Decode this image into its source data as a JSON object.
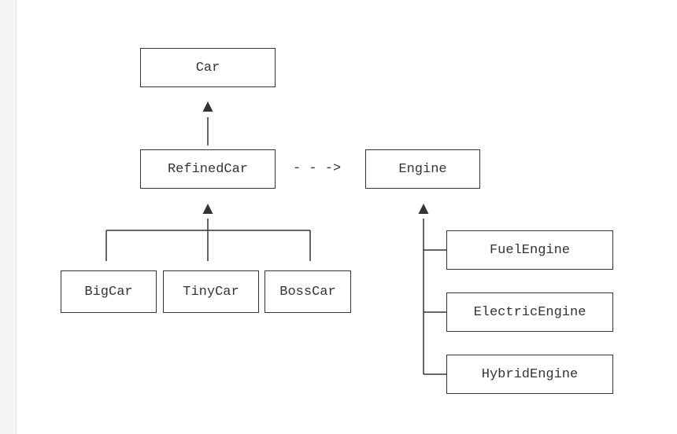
{
  "diagram": {
    "classes": {
      "car": "Car",
      "refined_car": "RefinedCar",
      "engine": "Engine",
      "big_car": "BigCar",
      "tiny_car": "TinyCar",
      "boss_car": "BossCar",
      "fuel_engine": "FuelEngine",
      "electric_engine": "ElectricEngine",
      "hybrid_engine": "HybridEngine"
    },
    "dependency_arrow": "- - ->"
  },
  "colors": {
    "line": "#333333",
    "background": "#ffffff",
    "gutter": "#f5f5f5"
  }
}
